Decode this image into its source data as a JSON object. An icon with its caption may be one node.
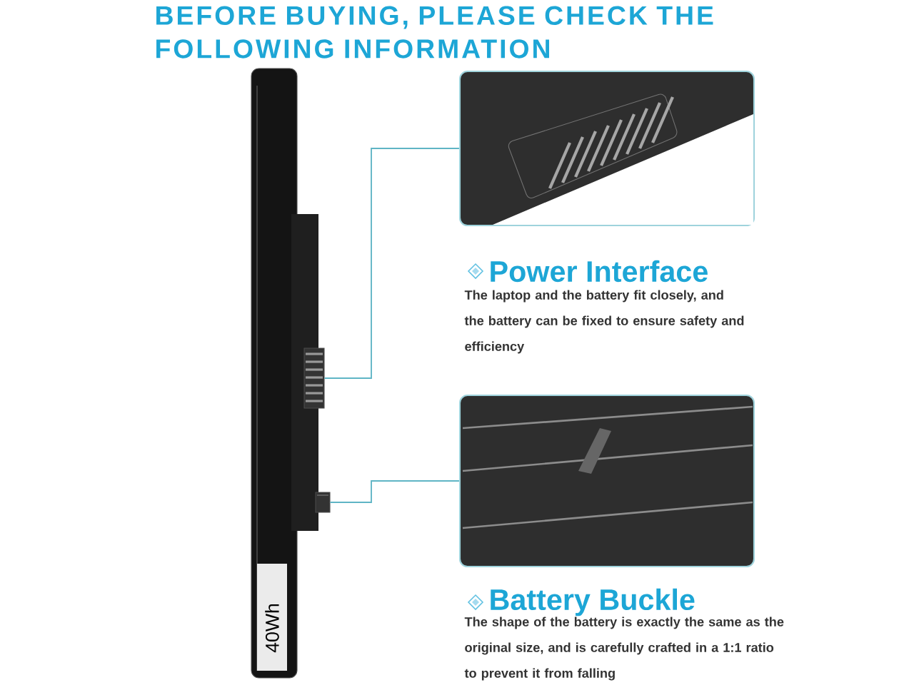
{
  "diagram": {
    "title": "BEFORE BUYING, PLEASE CHECK THE FOLLOWING INFORMATION",
    "nodes": [
      {
        "text": [],
        "shape": "picture"
      },
      {
        "text": [],
        "shape": "box"
      },
      {
        "text": [],
        "shape": "box"
      },
      {
        "text": [],
        "shape": "picture",
        "beside": [
          "Power Interface",
          "The laptop and the battery fit closely, and the battery can be fixed to ensure safety and efficiency"
        ]
      },
      {
        "text": [],
        "shape": "picture",
        "beside": [
          "Battery Buckle",
          "The shape of the battery is exactly the same as the original size, and is carefully crafted in a 1:1 ratio to prevent it from falling"
        ]
      }
    ],
    "edges": [
      {
        "from": 1,
        "to": 3,
        "arrow": "none"
      },
      {
        "from": 2,
        "to": 4,
        "arrow": "none"
      }
    ],
    "labels": [
      "40Wh"
    ]
  }
}
